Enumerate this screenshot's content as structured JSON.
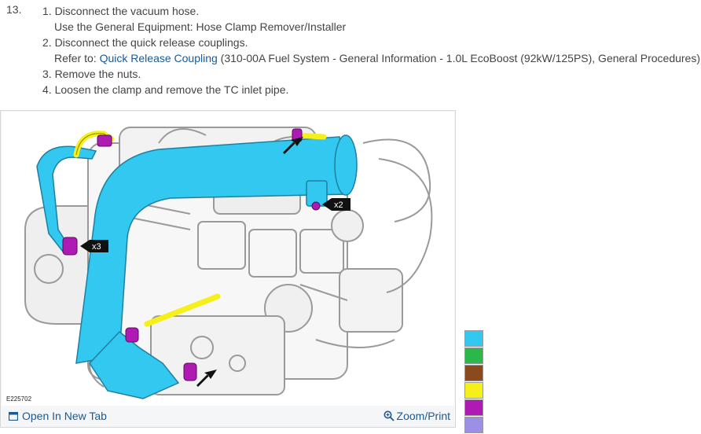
{
  "step": {
    "number": "13."
  },
  "instructions": {
    "line1": "1. Disconnect the vacuum hose.",
    "line2": "Use the General Equipment: Hose Clamp Remover/Installer",
    "line3": "2. Disconnect the quick release couplings.",
    "line4_prefix": "Refer to: ",
    "line4_link": "Quick Release Coupling",
    "line4_suffix": " (310-00A Fuel System - General Information - 1.0L EcoBoost (92kW/125PS), General Procedures) .",
    "line5": "3. Remove the nuts.",
    "line6": "4. Loosen the clamp and remove the TC inlet pipe."
  },
  "figure": {
    "id_label": "E225702",
    "callout_x3": "x3",
    "callout_x2": "x2",
    "open_tab_label": "Open In New Tab",
    "zoom_label": "Zoom/Print",
    "open_tab_icon": "new-tab-icon",
    "zoom_icon": "magnifier-icon"
  },
  "color_key": [
    {
      "name": "cyan",
      "hex": "#33c8f0"
    },
    {
      "name": "green",
      "hex": "#2bb84a"
    },
    {
      "name": "brown",
      "hex": "#8b4a1c"
    },
    {
      "name": "yellow",
      "hex": "#f5ef1a"
    },
    {
      "name": "magenta",
      "hex": "#b01ab4"
    },
    {
      "name": "lavender",
      "hex": "#9b8fe6"
    }
  ]
}
